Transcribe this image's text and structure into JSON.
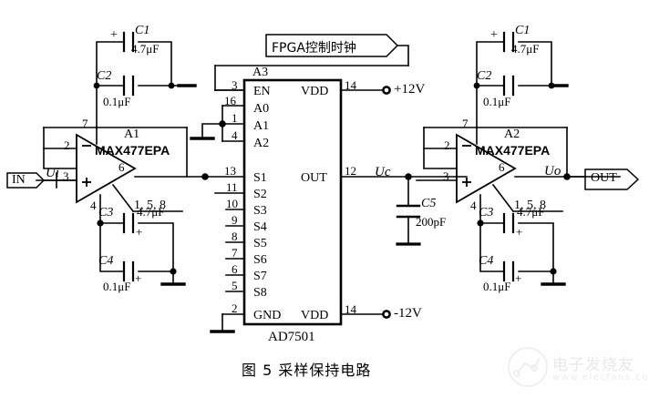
{
  "figure": {
    "caption": "图 5  采样保持电路",
    "background": "#ffffff",
    "ink": "#000000"
  },
  "connectors": {
    "input_label": "IN",
    "input_signal": "Ui",
    "input_pin": "3",
    "output_label": "OUT",
    "output_signal": "Uo"
  },
  "control": {
    "clock_label": "FPGA控制时钟",
    "bus_label": "A3"
  },
  "opamp_left": {
    "designator": "A1",
    "part": "MAX477EPA",
    "pin_vplus": "7",
    "pin_inverting": "2",
    "pin_noninverting": "3",
    "pin_output": "6",
    "pin_vminus": "4",
    "pins_nc": "1, 5, 8",
    "caps": [
      {
        "ref": "C1",
        "value": "4.7μF",
        "polarity": "+"
      },
      {
        "ref": "C2",
        "value": "0.1μF",
        "polarity": ""
      },
      {
        "ref": "C3",
        "value": "4.7μF",
        "polarity": "+"
      },
      {
        "ref": "C4",
        "value": "0.1μF",
        "polarity": "+"
      }
    ]
  },
  "opamp_right": {
    "designator": "A2",
    "part": "MAX477EPA",
    "pin_vplus": "7",
    "pin_inverting": "2",
    "pin_noninverting": "3",
    "pin_output": "6",
    "pin_vminus": "4",
    "pins_nc": "1, 5, 8",
    "caps": [
      {
        "ref": "C1",
        "value": "4.7μF",
        "polarity": "+"
      },
      {
        "ref": "C2",
        "value": "0.1μF",
        "polarity": ""
      },
      {
        "ref": "C3",
        "value": "4.7μF",
        "polarity": "+"
      },
      {
        "ref": "C4",
        "value": "0.1μF",
        "polarity": "+"
      }
    ]
  },
  "mux": {
    "part": "AD7501",
    "pins_left": [
      {
        "num": "3",
        "name": "EN"
      },
      {
        "num": "16",
        "name": "A0"
      },
      {
        "num": "1",
        "name": "A1"
      },
      {
        "num": "4",
        "name": "A2"
      },
      {
        "num": "13",
        "name": "S1"
      },
      {
        "num": "11",
        "name": "S2"
      },
      {
        "num": "10",
        "name": "S3"
      },
      {
        "num": "9",
        "name": "S4"
      },
      {
        "num": "8",
        "name": "S5"
      },
      {
        "num": "7",
        "name": "S6"
      },
      {
        "num": "6",
        "name": "S7"
      },
      {
        "num": "5",
        "name": "S8"
      },
      {
        "num": "2",
        "name": "GND"
      }
    ],
    "pins_right": [
      {
        "num": "14",
        "name": "VDD",
        "supply": "+12V"
      },
      {
        "num": "12",
        "name": "OUT",
        "signal": "Uc"
      },
      {
        "num": "14",
        "name": "VDD",
        "supply": "-12V"
      }
    ]
  },
  "hold_cap": {
    "ref": "C5",
    "value": "200pF"
  },
  "supplies": {
    "positive": "+12V",
    "negative": "-12V"
  },
  "watermark": {
    "brand": "电子发烧友",
    "url": "www.elecfans.com"
  }
}
